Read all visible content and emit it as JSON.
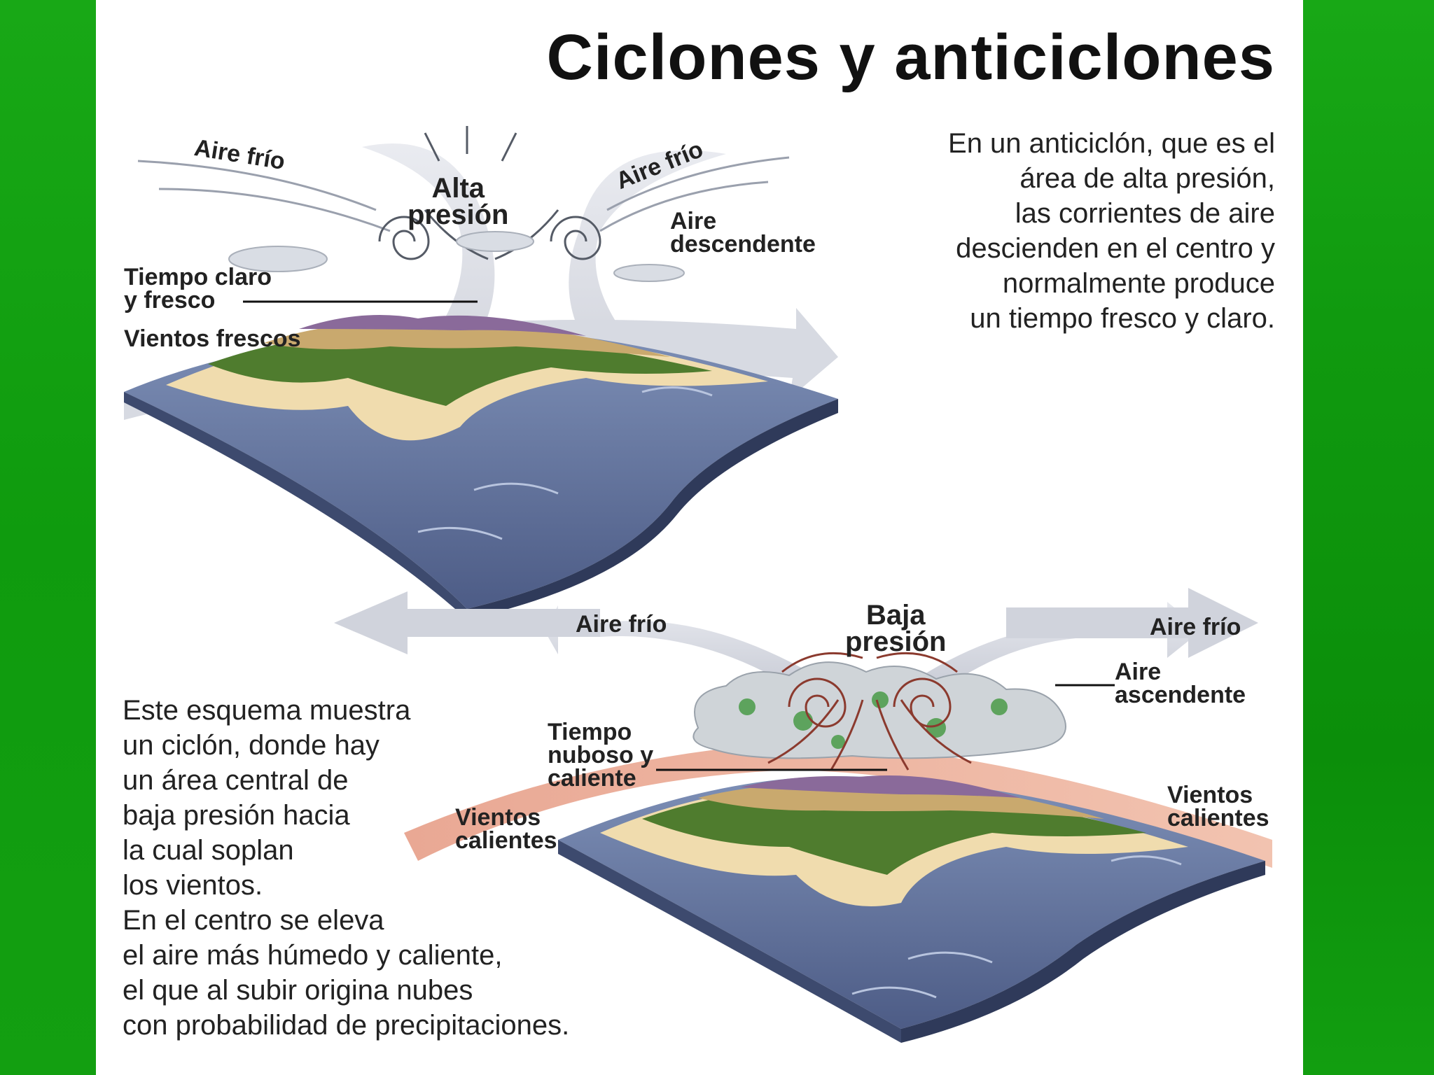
{
  "title": "Ciclones y anticiclones",
  "anticyclone": {
    "description": [
      "En un anticiclón, que es el",
      "área de alta presión,",
      "las corrientes de aire",
      "descienden en el centro y",
      "normalmente produce",
      "un tiempo fresco y claro."
    ],
    "labels": {
      "cold_air_left": "Aire frío",
      "cold_air_right": "Aire frío",
      "high_pressure": [
        "Alta",
        "presión"
      ],
      "descending_air": [
        "Aire",
        "descendente"
      ],
      "clear_weather": [
        "Tiempo claro",
        "y fresco"
      ],
      "cool_winds": "Vientos frescos"
    }
  },
  "cyclone": {
    "description": [
      "Este esquema muestra",
      "un ciclón, donde hay",
      "un área central de",
      "baja presión hacia",
      "la cual soplan",
      "los vientos.",
      "En el centro se eleva",
      "el aire más húmedo y caliente,",
      "el que al subir origina nubes",
      "con probabilidad de precipitaciones."
    ],
    "labels": {
      "cold_air_left": "Aire frío",
      "cold_air_right": "Aire frío",
      "low_pressure": [
        "Baja",
        "presión"
      ],
      "ascending_air": [
        "Aire",
        "ascendente"
      ],
      "cloudy_weather": [
        "Tiempo",
        "nuboso y",
        "caliente"
      ],
      "warm_winds_left": [
        "Vientos",
        "calientes"
      ],
      "warm_winds_right": [
        "Vientos",
        "calientes"
      ]
    }
  }
}
